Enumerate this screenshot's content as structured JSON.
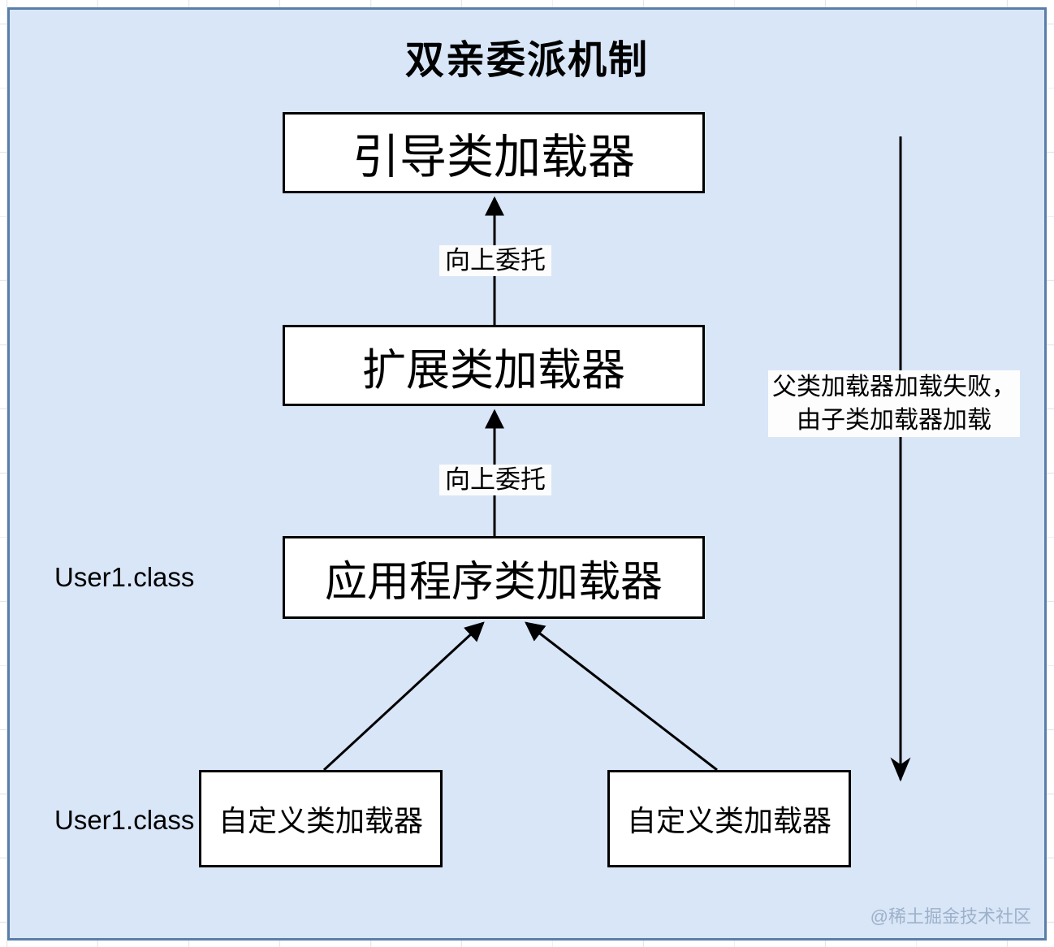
{
  "diagram": {
    "title": "双亲委派机制",
    "nodes": {
      "bootstrap": "引导类加载器",
      "extension": "扩展类加载器",
      "application": "应用程序类加载器",
      "custom_left": "自定义类加载器",
      "custom_right": "自定义类加载器"
    },
    "edge_labels": {
      "delegate_up_1": "向上委托",
      "delegate_up_2": "向上委托",
      "fallback_line1": "父类加载器加载失败，",
      "fallback_line2": "由子类加载器加载"
    },
    "annotations": {
      "user_class_app": "User1.class",
      "user_class_custom": "User1.class",
      "watermark": "@稀土掘金技术社区"
    },
    "colors": {
      "canvas_bg": "#d9e6f8",
      "canvas_border": "#5a7ea8",
      "node_bg": "#ffffff",
      "node_border": "#000000",
      "arrow": "#000000",
      "watermark_text": "#9db1c9",
      "grid_line": "#e3e6ea"
    }
  }
}
